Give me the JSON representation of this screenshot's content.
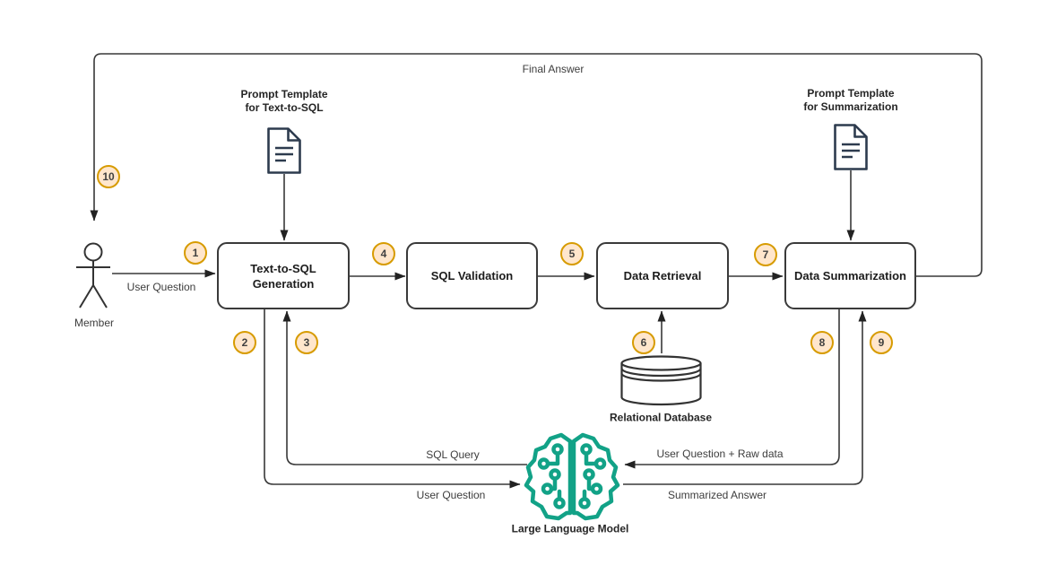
{
  "badges": [
    "1",
    "2",
    "3",
    "4",
    "5",
    "6",
    "7",
    "8",
    "9",
    "10"
  ],
  "nodes": [
    {
      "label": "Text-to-SQL Generation"
    },
    {
      "label": "SQL Validation"
    },
    {
      "label": "Data Retrieval"
    },
    {
      "label": "Data Summarization"
    }
  ],
  "labels": {
    "actor": "Member",
    "prompt_text_to_sql": "Prompt Template\nfor Text-to-SQL",
    "prompt_summarization": "Prompt Template\nfor Summarization",
    "database": "Relational Database",
    "llm": "Large Language Model"
  },
  "edges": {
    "final_answer": "Final Answer",
    "user_question_input": "User Question",
    "sql_query": "SQL Query",
    "user_question_to_llm": "User Question",
    "user_question_raw_data": "User Question + Raw data",
    "summarized_answer": "Summarized Answer"
  },
  "colors": {
    "badge_fill": "#ffe6cc",
    "badge_border": "#d79b00",
    "line": "#383838",
    "brain_teal": "#12a287",
    "document_stroke": "#2d3b4e",
    "background": "#ffffff"
  }
}
